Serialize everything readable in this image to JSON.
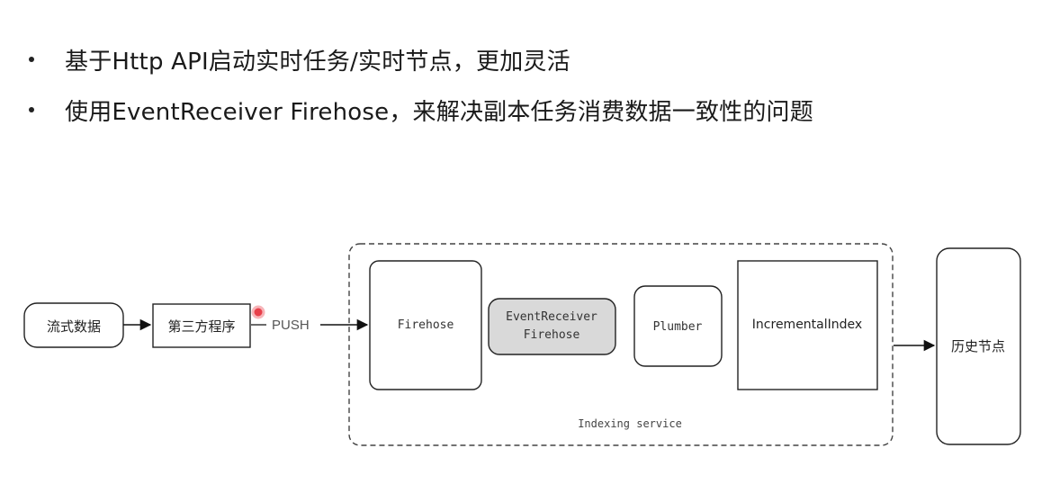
{
  "bullets": [
    "基于Http API启动实时任务/实时节点，更加灵活",
    "使用EventReceiver Firehose，来解决副本任务消费数据一致性的问题"
  ],
  "diagram": {
    "stream_data": "流式数据",
    "third_party": "第三方程序",
    "push": "PUSH",
    "firehose": "Firehose",
    "event_receiver_line1": "EventReceiver",
    "event_receiver_line2": "Firehose",
    "plumber": "Plumber",
    "incremental_index": "IncrementalIndex",
    "group_label": "Indexing service",
    "history_node": "历史节点"
  },
  "colors": {
    "event_receiver_fill": "#d9d9d9",
    "cursor_marker": "#e8404a"
  }
}
